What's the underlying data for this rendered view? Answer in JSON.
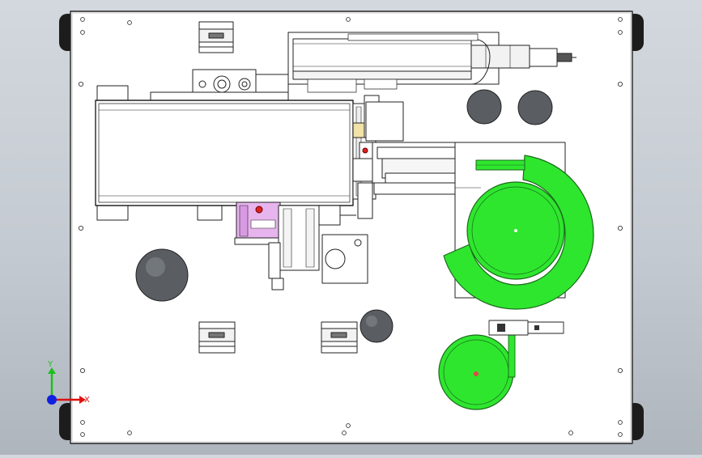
{
  "colors": {
    "background_top": "#d3d8de",
    "background_bottom": "#aeb5bd",
    "plate": "#ffffff",
    "line": "#222222",
    "hole": "#5a5e63",
    "feeder_green": "#2ee62e",
    "feeder_dark": "#1a9a1a",
    "magenta_part": "#e7b4ee",
    "red_marker": "#e02020",
    "yellow_part": "#f1e2a8",
    "axis_x": "#e01010",
    "axis_y": "#1cc01c",
    "axis_z": "#1020e0"
  },
  "axis_triad": {
    "x_label": "X",
    "y_label": "Y"
  },
  "view": {
    "type": "CAD top view of automation base plate"
  }
}
